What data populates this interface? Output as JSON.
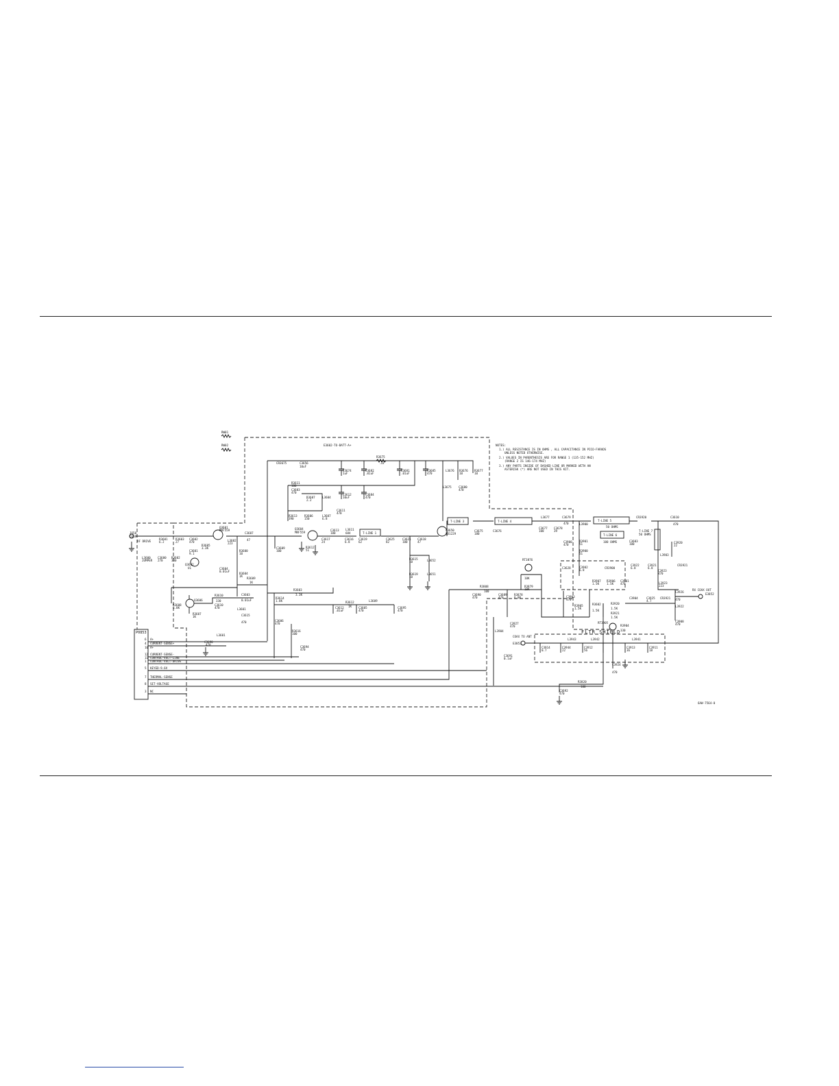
{
  "schematic": {
    "figure_id": "6AW-7564-0",
    "legend": {
      "rw01": "RW01",
      "rw02": "RW02"
    },
    "battery_label": "E3602-TO-BATT-A+",
    "notes": {
      "header": "NOTES:",
      "lines": [
        "1.) ALL RESISTANCE IS IN OHMS , ALL CAPACITANCE IN PICO-FARADS",
        "UNLESS NOTED OTHERWISE.",
        "2.) VALUES IN PARENTHESIS ARE FOR RANGE 1 (135-152 MHZ)",
        "(RANGE 2 IS 146-174 MHZ)",
        "3.) ANY PARTS INSIDE OF DASHED LINE OR MARKED WITH AN",
        "ASTERISK (*) ARE NOT USED IN THIS KIT."
      ]
    },
    "input": {
      "ref": "J650",
      "label": "COAX",
      "drive": "RF DRIVE"
    },
    "output": {
      "ref": "E3852",
      "label": "RX COAX OUT"
    },
    "antenna": {
      "ref": "E3853",
      "label": "COAX TO ANT"
    },
    "filter_label": "FLTR SHIELD",
    "connector": {
      "ref": "P0853",
      "pins": [
        {
          "num": "6",
          "name": "A+"
        },
        {
          "num": "4",
          "name": "CURRENT-SENSE+"
        },
        {
          "num": "10",
          "name": "A+"
        },
        {
          "num": "12",
          "name": "CURRENT-SENSE-"
        },
        {
          "num": "11",
          "name": "CONTROL-VOLT-LINE"
        },
        {
          "num": "1",
          "name": "CONTROL-VOLT-DRIVE"
        },
        {
          "num": "5",
          "name": "KEYED-9.6V"
        },
        {
          "num": "7",
          "name": "THERMAL-SENSE"
        },
        {
          "num": "8",
          "name": "SET-VOLTAGE"
        },
        {
          "num": "3",
          "name": "NC"
        }
      ]
    },
    "transistors": [
      {
        "ref": "Q3601",
        "part": "MRF559"
      },
      {
        "ref": "Q3602",
        "part": "U1"
      },
      {
        "ref": "Q3604",
        "part": "MRF559"
      },
      {
        "ref": "Q3650",
        "part": "SD1229"
      },
      {
        "ref": "Q3606",
        "part": ""
      }
    ],
    "tlines": [
      {
        "ref": "T-LINE 1",
        "value": ""
      },
      {
        "ref": "T-LINE 3",
        "value": ""
      },
      {
        "ref": "T-LINE 4",
        "value": ""
      },
      {
        "ref": "T-LINE 5",
        "value": "50 OHMS"
      },
      {
        "ref": "T-LINE 6",
        "value": "100 OHMS"
      },
      {
        "ref": "T-LINE 7",
        "value": "50 OHMS"
      }
    ],
    "labels": {
      "r3601": "R3601",
      "r3601v": "6.2",
      "c3600": "C3600",
      "c3600v": "270",
      "r3603": "R3603",
      "r3603v": "27",
      "c3602": "C3602",
      "c3602v": "470",
      "r3605": "R3605",
      "r3605v": "3.3K",
      "c3601": "C3601",
      "c3601v": "9.1",
      "l3600": "L3600",
      "l3600v": "JUMPER",
      "r3602": "R3602",
      "r3602v": "330",
      "l3602": "L3602",
      "l3602v": "223",
      "c3607": "C3607",
      "c3607v": "47",
      "c3604": "C3604",
      "c3604v": "0.01uF",
      "r3600": "R3600",
      "r3600v": "10",
      "r3604": "R3604",
      "r3604v": "1K",
      "r3609": "R3609",
      "r3609v": "1K",
      "c3609": "C3609",
      "c3609v": "100",
      "r3608": "R3608",
      "r3608v": "6.8K",
      "r3607": "R3607",
      "r3607v": "1K",
      "r3610": "R3610",
      "r3610v": "330",
      "c3610": "C3610",
      "c3610v": "470",
      "c3603": "C3603",
      "c3603v": "0.01uF",
      "l3601": "L3601",
      "c3615": "C3615",
      "c3615v": "470",
      "cr3675": "CR3675",
      "c3656": "C3656",
      "c3656v": "10uF",
      "r3675": "R3675",
      "r3675v": ".33",
      "r3611": "R3611",
      "r3611v": "100",
      "c3683": "C3683",
      "c3683v": "470",
      "r3607b": "R3607",
      "r3607bv": "2.2",
      "l3604": "L3604",
      "r3613": "R3613",
      "r3613v": "390",
      "r3606": "R3606",
      "r3606v": "150",
      "l3607": "L3607",
      "l3607v": "6.8",
      "c3674": "C3674",
      "c3674v": "1uF",
      "c3682": "C3682",
      "c3682v": ".01uF",
      "c3681": "C3681",
      "c3681v": ".01uF",
      "c3612": "C3612",
      "c3612v": "10uF",
      "c3684": "C3684",
      "c3684v": "470",
      "c3611": "C3611",
      "c3611v": "470",
      "c3685": "C3685",
      "c3685v": "470",
      "l3676": "L3676",
      "r3676": "R3676",
      "r3676v": "10",
      "r3677": "R3677",
      "r3677v": "10",
      "l3675": "L3675",
      "c3680": "C3680",
      "c3680v": "470",
      "r3612": "R3612",
      "r3612v": "51",
      "c3617": "C3617",
      "c3617v": "24",
      "c3613": "C3613",
      "c3613v": "100",
      "l3611": "L3611",
      "l3611v": "684",
      "c3616": "C3616",
      "c3616v": "6.8",
      "c3619": "C3619",
      "c3619v": "62",
      "c3625": "C3625",
      "c3625v": "82",
      "c3621": "C3621",
      "c3621v": "100",
      "c3618": "C3618",
      "c3618v": "47",
      "r3615": "R3615",
      "r3615v": "10",
      "r3619": "R3619",
      "r3619v": "10",
      "l3652": "L3652",
      "l3651": "L3651",
      "c3675": "C3675",
      "c3675v": "180",
      "c3676": "C3676",
      "c3676v": "",
      "l3677": "L3677",
      "c3677": "C3677",
      "c3677v": "100",
      "c3679": "C3679",
      "c3679v": "470",
      "c3678": "C3678",
      "c3678v": "39",
      "l3900": "L3900",
      "cr3920": "CR3920",
      "c3610b": "C3610",
      "c3610bv": "470",
      "c3900": "C3900",
      "c3900v": "470",
      "r3901": "R3901",
      "r3901v": "51",
      "r3900": "R3900",
      "r3900v": "51",
      "c3603b": "C3603",
      "c3603bv": "100",
      "l3903": "L3903",
      "c3920": "C3920",
      "c3920v": "22",
      "c3628": "C3628",
      "c3902": "C3902",
      "c3902v": "6.8",
      "cr3900": "CR3900",
      "c3922": "C3922",
      "c3922v": "6.8",
      "c3921": "C3921",
      "c3921v": "6.8",
      "cr3921": "CR3921",
      "c3923": "C3923",
      "c3923v": "470",
      "l3923": "L3923",
      "l3923v": "223",
      "r3907": "R3907",
      "r3907v": "1.5K",
      "c3901": "C3901",
      "c3901v": "470",
      "c3903": "C3903",
      "c3903v": "470",
      "r3906": "R3906",
      "r3906v": "1.5K",
      "r3905": "R3905",
      "r3905v": "1.5K",
      "c3904": "C3904",
      "c3925": "C3925",
      "c3925v": "4.7",
      "l3922": "L3922",
      "c3926": "C3926",
      "c3926v": "470",
      "c3908": "C3908",
      "c3908v": "470",
      "r3602b": "R3602",
      "r3603b": "R3603",
      "r3603bv": "3.3K",
      "r3614": "R3614",
      "r3614v": "1.8K",
      "r3612b": "R3612",
      "r3612bv": "1K",
      "l3609": "L3609",
      "c3606": "C3606",
      "c3606v": "470",
      "r3616": "R3616",
      "r3616v": "100",
      "c3694": "C3694",
      "c3694v": "470",
      "c3612b": "C3612",
      "c3612bv": ".01uF",
      "c3605": "C3605",
      "c3605v": "470",
      "c3695": "C3695",
      "c3695v": "470",
      "r3876": "RT3876",
      "r3876v": "10K",
      "r3879": "R3879",
      "r3879v": "10K",
      "r3808": "R3808",
      "r3808v": "100",
      "c3690": "C3690",
      "c3690v": "470",
      "c3689": "C3689",
      "c3689v": "470",
      "r3878": "R3878",
      "r3878v": "6.8K",
      "c3927": "C3927",
      "c3927v": "470",
      "l3904": "L3904",
      "c3691": "C3691",
      "c3691v": "0.1uF",
      "r3920": "R3920",
      "r3920v": "1.5K",
      "r3921": "R3921",
      "r3921v": "1.5K",
      "rt3905": "RT3905",
      "r3904": "R3904",
      "r3904v": "330",
      "c3914": "C3914",
      "c3914v": "0.7",
      "l3943": "L3943",
      "c3944": "C3944",
      "c3944v": "22",
      "c3912": "C3912",
      "c3912v": "56",
      "l3942": "L3942",
      "c3913": "C3913",
      "c3913v": "36",
      "l3941": "L3941",
      "c3911": "C3911",
      "c3911v": "18",
      "c3924": "C3924",
      "c3924v": "470",
      "r3820": "R3820",
      "r3820v": "100",
      "c3692": "C3692",
      "c3692v": "470",
      "c3888": "C3888",
      "c3888v": "470",
      "c3690b": "C3690",
      "c3690bv": "470"
    }
  }
}
